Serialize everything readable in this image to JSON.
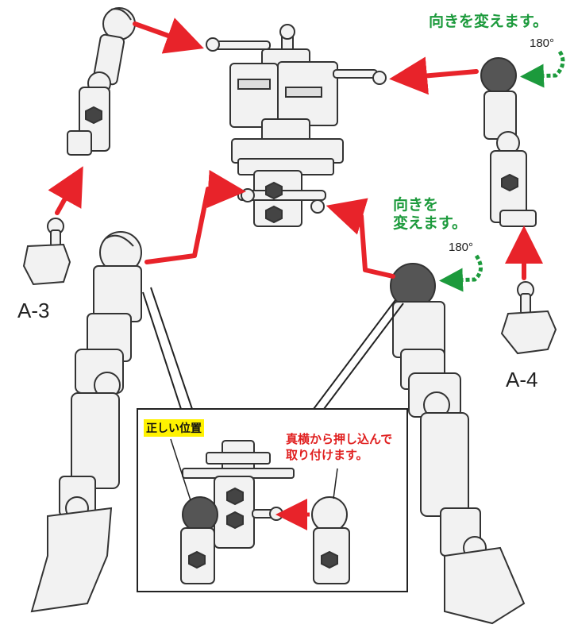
{
  "labels": {
    "a3": "A-3",
    "a4": "A-4",
    "rotate_top": "向きを変えます。",
    "rotate_mid_line1": "向きを",
    "rotate_mid_line2": "変えます。",
    "deg_top": "180°",
    "deg_mid": "180°"
  },
  "inset": {
    "correct_position": "正しい位置",
    "instruction_line1": "真横から押し込んで",
    "instruction_line2": "取り付けます。"
  },
  "colors": {
    "arrow_red": "#e8232a",
    "rotate_green": "#1c9a3c",
    "dark_part": "#555555",
    "highlight": "#fff200"
  }
}
